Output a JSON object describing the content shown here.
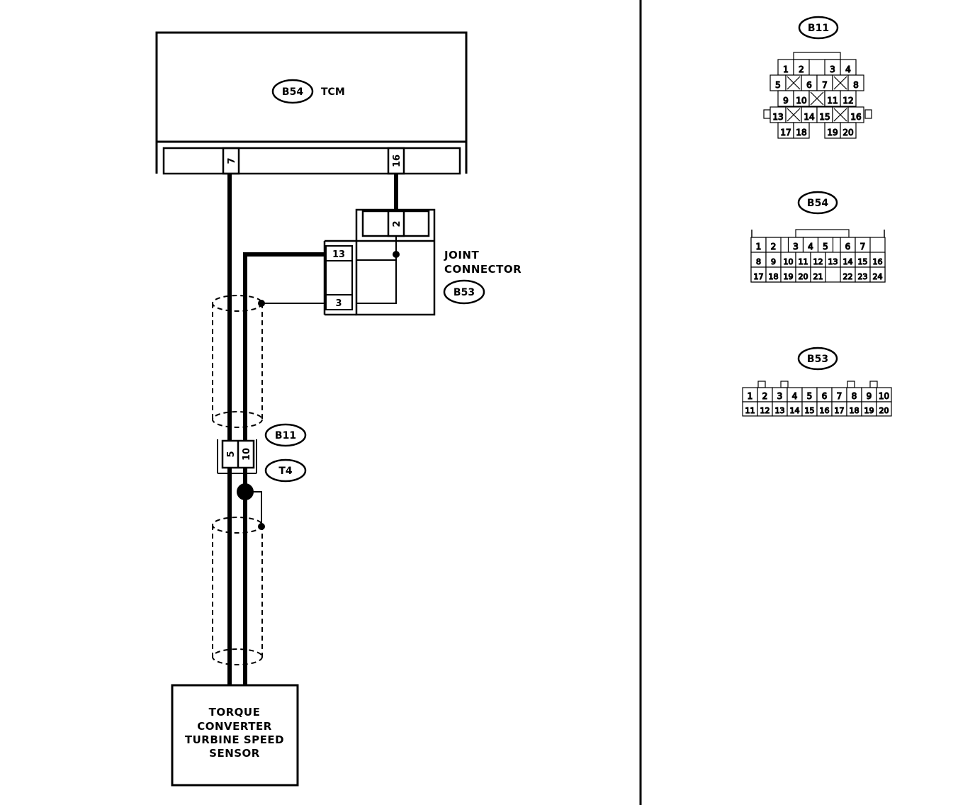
{
  "tcm": {
    "connector_id": "B54",
    "label": "TCM",
    "pins": {
      "left": "7",
      "right": "16"
    }
  },
  "joint_connector": {
    "label_line1": "JOINT",
    "label_line2": "CONNECTOR",
    "connector_id": "B53",
    "top_pin": "2",
    "side_pins": {
      "upper": "13",
      "lower": "3"
    }
  },
  "inline_connector": {
    "id_top": "B11",
    "id_bottom": "T4",
    "pins": {
      "left": "5",
      "right": "10"
    }
  },
  "sensor": {
    "line1": "TORQUE",
    "line2": "CONVERTER",
    "line3": "TURBINE SPEED",
    "line4": "SENSOR"
  },
  "connector_views": {
    "b11": {
      "id": "B11",
      "rows": [
        [
          "1",
          "2",
          "",
          "3",
          "4"
        ],
        [
          "5",
          "X",
          "6",
          "7",
          "X",
          "8"
        ],
        [
          "9",
          "10",
          "X",
          "11",
          "12"
        ],
        [
          "13",
          "X",
          "14",
          "15",
          "X",
          "16"
        ],
        [
          "17",
          "18",
          "",
          "19",
          "20"
        ]
      ]
    },
    "b54": {
      "id": "B54",
      "rows": [
        [
          "1",
          "2",
          "",
          "3",
          "4",
          "5",
          "6",
          "7"
        ],
        [
          "8",
          "9",
          "10",
          "11",
          "12",
          "13",
          "14",
          "15",
          "16"
        ],
        [
          "17",
          "18",
          "19",
          "20",
          "21",
          "",
          "22",
          "23",
          "24"
        ]
      ]
    },
    "b53": {
      "id": "B53",
      "rows": [
        [
          "1",
          "2",
          "3",
          "4",
          "5",
          "6",
          "7",
          "8",
          "9",
          "10"
        ],
        [
          "11",
          "12",
          "13",
          "14",
          "15",
          "16",
          "17",
          "18",
          "19",
          "20"
        ]
      ]
    }
  }
}
